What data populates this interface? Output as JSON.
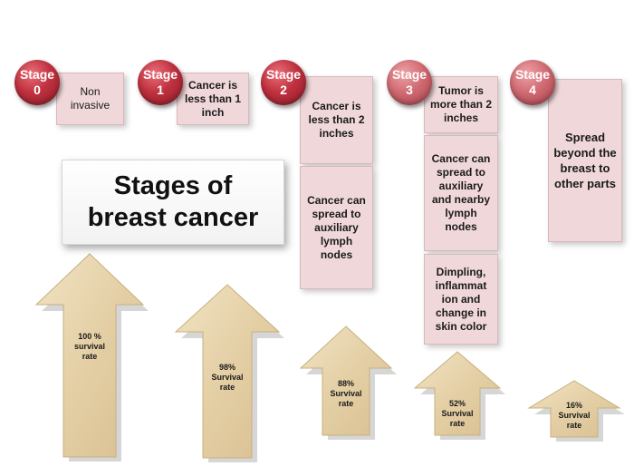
{
  "title": {
    "line1": "Stages of",
    "line2": "breast cancer"
  },
  "stages": [
    {
      "label": "Stage",
      "number": "0",
      "descriptions": [
        "Non invasive"
      ],
      "survival": [
        "100 %",
        "survival",
        "rate"
      ],
      "survival_rate": 100
    },
    {
      "label": "Stage",
      "number": "1",
      "descriptions": [
        "Cancer is less than 1 inch"
      ],
      "survival": [
        "98%",
        "Survival",
        "rate"
      ],
      "survival_rate": 98
    },
    {
      "label": "Stage",
      "number": "2",
      "descriptions": [
        "Cancer is less than 2 inches",
        "Cancer can spread to auxiliary lymph nodes"
      ],
      "survival": [
        "88%",
        "Survival",
        "rate"
      ],
      "survival_rate": 88
    },
    {
      "label": "Stage",
      "number": "3",
      "descriptions": [
        "Tumor is more than 2 inches",
        "Cancer can spread to auxiliary and nearby lymph nodes",
        "Dimpling, inflammat ion and change in skin color"
      ],
      "survival": [
        "52%",
        "Survival",
        "rate"
      ],
      "survival_rate": 52
    },
    {
      "label": "Stage",
      "number": "4",
      "descriptions": [
        "Spread beyond the breast to other parts"
      ],
      "survival": [
        "16%",
        "Survival",
        "rate"
      ],
      "survival_rate": 16
    }
  ],
  "colors": {
    "stage_circle": "#c0313f",
    "stage_circle_light": "#cf6870",
    "description_box": "#f0d8da",
    "arrow_fill": "#e6d2ab"
  }
}
